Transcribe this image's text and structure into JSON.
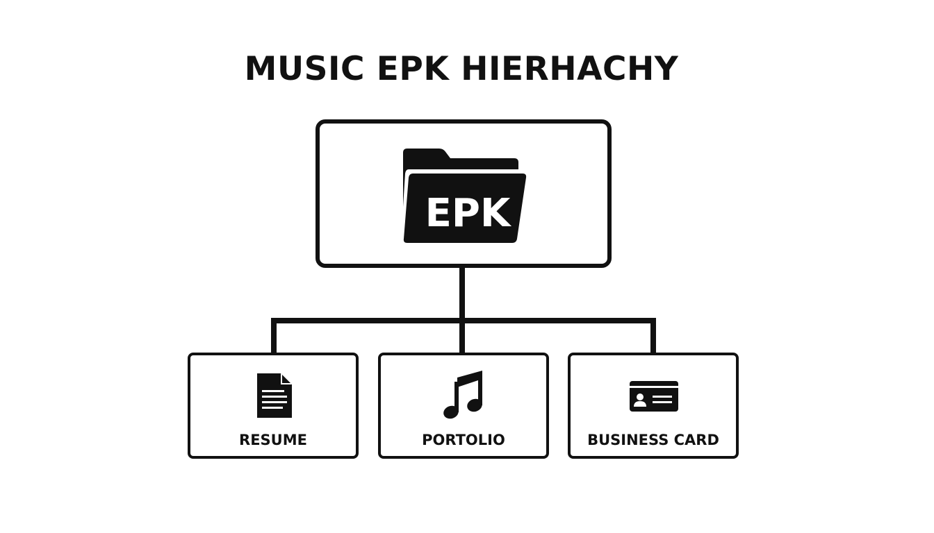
{
  "diagram": {
    "title": "MUSIC EPK HIERHACHY",
    "root": {
      "label": "EPK",
      "icon": "folder-icon"
    },
    "children": [
      {
        "label": "RESUME",
        "icon": "document-icon"
      },
      {
        "label": "PORTOLIO",
        "icon": "music-note-icon"
      },
      {
        "label": "BUSINESS CARD",
        "icon": "id-card-icon"
      }
    ]
  },
  "colors": {
    "stroke": "#111111",
    "background": "#ffffff"
  }
}
